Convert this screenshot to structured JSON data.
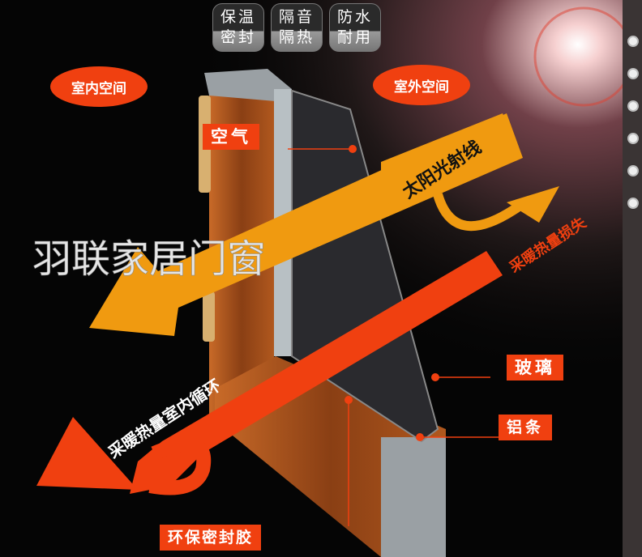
{
  "badges": [
    {
      "line1": "保温",
      "line2": "密封"
    },
    {
      "line1": "隔音",
      "line2": "隔热"
    },
    {
      "line1": "防水",
      "line2": "耐用"
    }
  ],
  "zones": {
    "indoor": "室内空间",
    "outdoor": "室外空间"
  },
  "callouts": {
    "air": "空气",
    "glass": "玻璃",
    "aluminum_strip": "铝条",
    "sealant": "环保密封胶"
  },
  "arrows": {
    "sunlight": "太阳光射线",
    "heat_loss": "采暖热量损失",
    "heat_circulation": "采暖热量室内循环"
  },
  "watermark": "羽联家居门窗",
  "colors": {
    "accent_red": "#f04010",
    "accent_orange": "#f09a10",
    "wood": "#a0521c"
  },
  "side_dots": 6
}
